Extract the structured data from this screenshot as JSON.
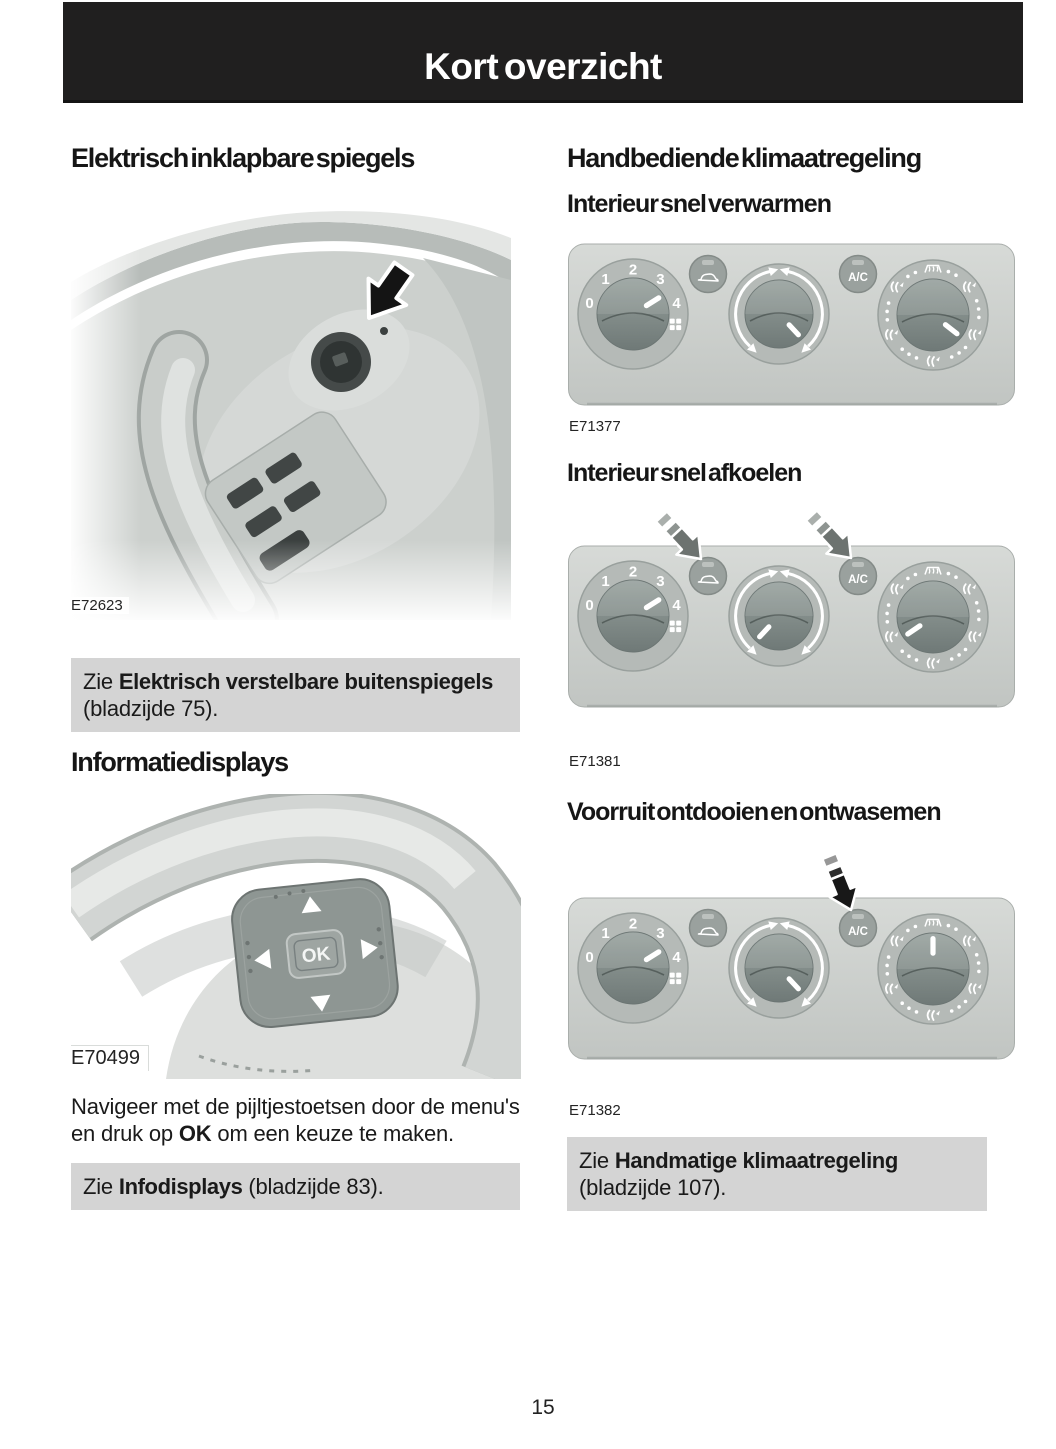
{
  "page": {
    "header_title": "Kort overzicht",
    "page_number": "15"
  },
  "left_column": {
    "mirrors": {
      "heading": "Elektrisch inklapbare spiegels",
      "figure_caption": "E72623",
      "ref_box": {
        "zie": "Zie ",
        "target": "Elektrisch verstelbare buitenspiegels",
        "rest": " (bladzijde 75)."
      }
    },
    "displays": {
      "heading": "Informatiedisplays",
      "figure_caption": "E70499",
      "ok_button_label": "OK",
      "body": {
        "part1": "Navigeer met de pijltjestoetsen door de menu's en druk op ",
        "bold": "OK",
        "part2": " om een keuze te maken."
      },
      "ref_box": {
        "zie": "Zie ",
        "target": "Infodisplays",
        "rest": " (bladzijde 83)."
      }
    }
  },
  "right_column": {
    "heading": "Handbediende klimaatregeling",
    "sections": [
      {
        "subheading": "Interieur snel verwarmen",
        "figure_caption": "E71377"
      },
      {
        "subheading": "Interieur snel afkoelen",
        "figure_caption": "E71381"
      },
      {
        "subheading": "Voorruit ontdooien en ontwasemen",
        "figure_caption": "E71382"
      }
    ],
    "ref_box": {
      "zie": "Zie ",
      "target": "Handmatige klimaatregeling",
      "rest": " (bladzijde 107)."
    }
  },
  "climate_panel": {
    "fan_labels": [
      "0",
      "1",
      "2",
      "3",
      "4"
    ],
    "ac_label": "A/C"
  },
  "figures": {
    "heating": {
      "fan_pointer": "high",
      "temp_pointer": "warm",
      "dist_pointer": "floor",
      "arrow_targets": [],
      "arrow_color": "none"
    },
    "cooling": {
      "fan_pointer": "high",
      "temp_pointer": "cold",
      "dist_pointer": "panel",
      "arrow_targets": [
        "recirculation-button",
        "ac-button"
      ],
      "arrow_color": "gray"
    },
    "defrost": {
      "fan_pointer": "high",
      "temp_pointer": "warm",
      "dist_pointer": "windshield",
      "arrow_targets": [
        "ac-button"
      ],
      "arrow_color": "black"
    }
  },
  "colors": {
    "header_bar": "#201f1f",
    "ref_box_bg": "#d4d4d4",
    "panel_bg": "#c9cdca",
    "text": "#1a1a1a"
  }
}
